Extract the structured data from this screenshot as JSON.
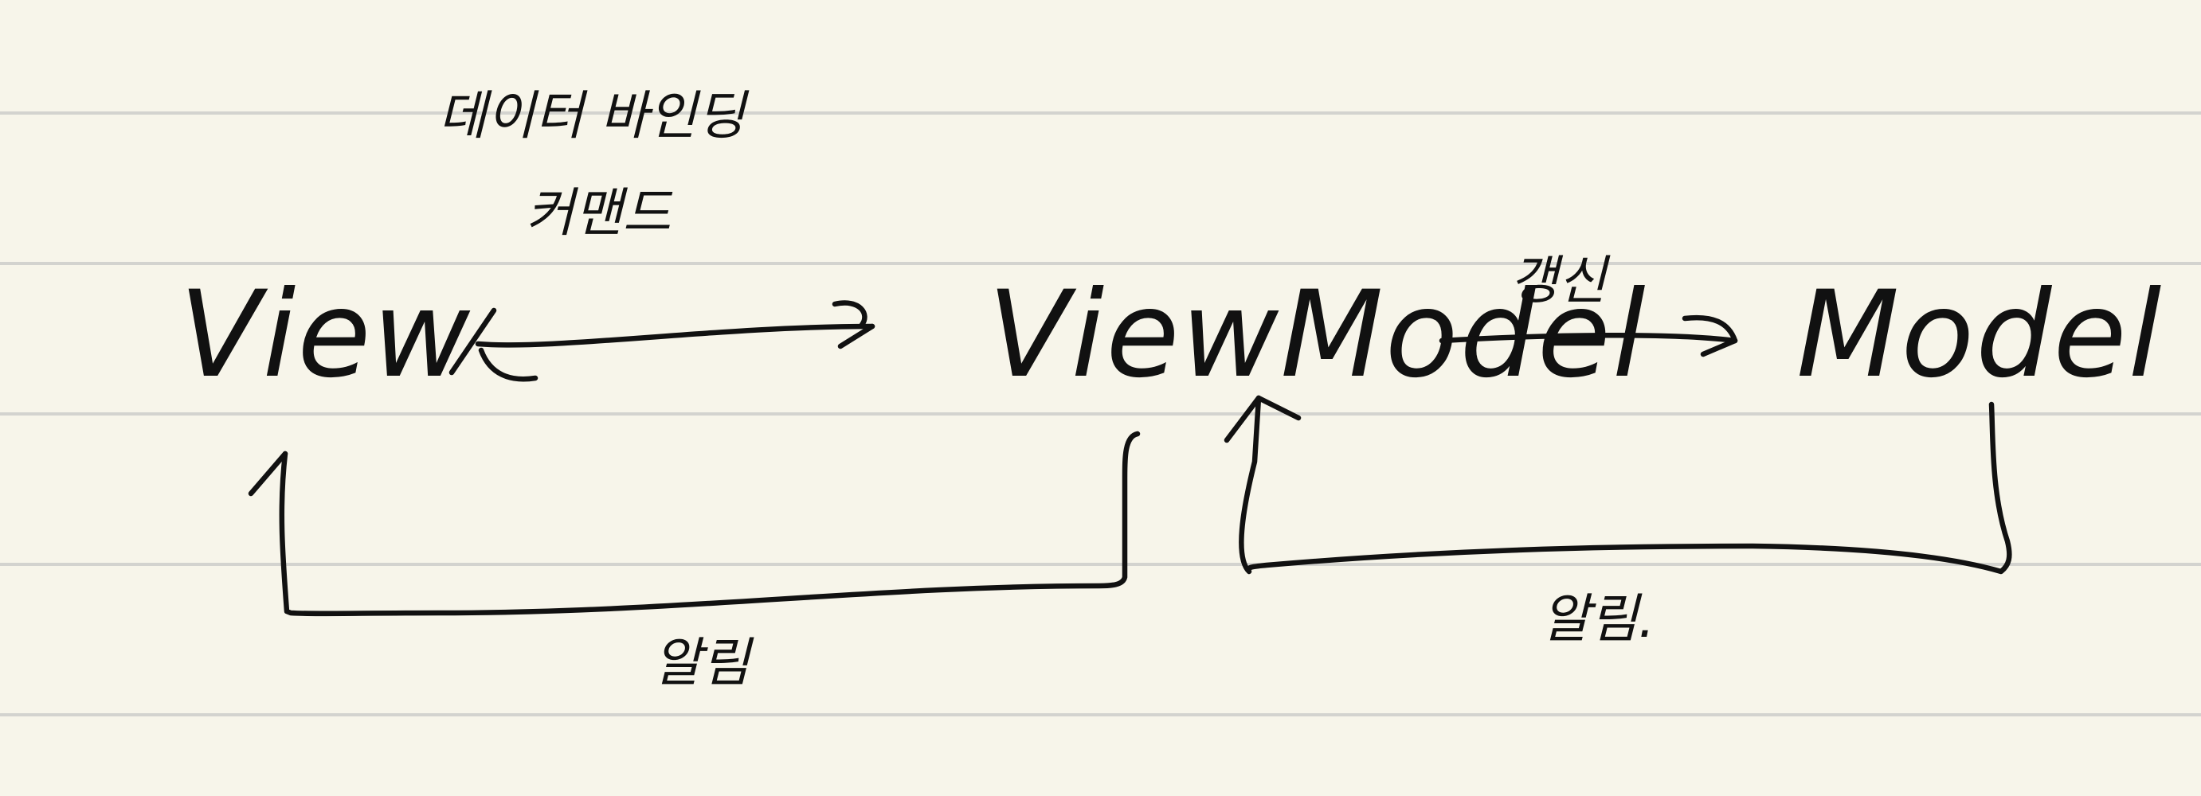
{
  "diagram": {
    "nodes": [
      {
        "id": "view",
        "label": "View"
      },
      {
        "id": "viewmodel",
        "label": "ViewModel"
      },
      {
        "id": "model",
        "label": "Model"
      }
    ],
    "edges": [
      {
        "from": "view",
        "to": "viewmodel",
        "direction": "both",
        "label_lines": [
          "데이터 바인딩",
          "커맨드"
        ]
      },
      {
        "from": "viewmodel",
        "to": "model",
        "direction": "forward",
        "label_lines": [
          "갱신"
        ]
      },
      {
        "from": "viewmodel",
        "to": "view",
        "direction": "forward",
        "label_lines": [
          "알림"
        ]
      },
      {
        "from": "model",
        "to": "viewmodel",
        "direction": "forward",
        "label_lines": [
          "알림."
        ]
      }
    ]
  }
}
